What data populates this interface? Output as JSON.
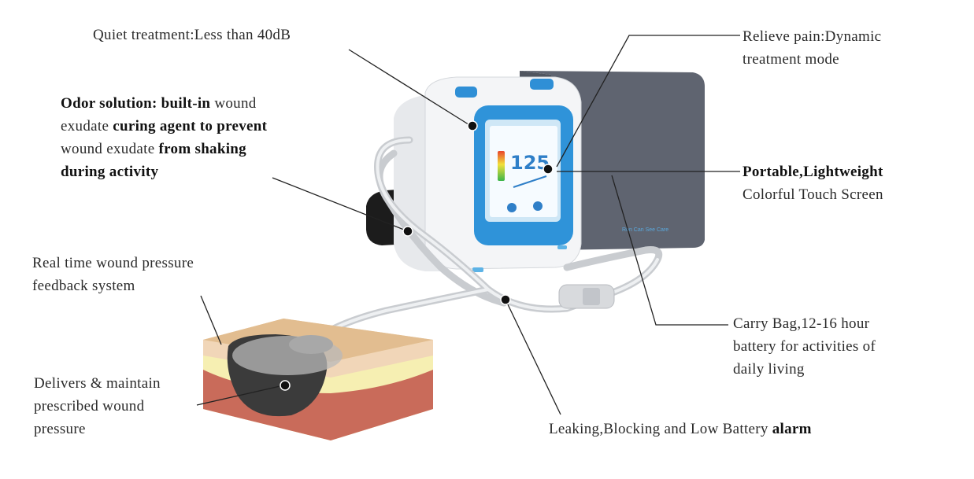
{
  "device": {
    "screen_value": "125",
    "bag_brand": "Ron Can See Care"
  },
  "callouts": {
    "quiet": {
      "text": "Quiet treatment:Less than 40dB"
    },
    "relieve": {
      "lines": [
        "Relieve pain:Dynamic",
        "treatment mode"
      ]
    },
    "odor": {
      "l1_bold": "Odor solution: built-in",
      "l1_reg": " wound",
      "l2_reg": "exudate ",
      "l2_bold": "curing agent to prevent",
      "l3_reg": "wound exudate ",
      "l3_bold": "from shaking",
      "l4_bold": "during activity"
    },
    "portable": {
      "line1": "Portable,Lightweight",
      "line2": "Colorful Touch Screen"
    },
    "realtime": {
      "lines": [
        "Real time wound pressure",
        "feedback system"
      ]
    },
    "carry": {
      "lines": [
        "Carry Bag,12-16 hour",
        "battery for activities of",
        "daily living"
      ]
    },
    "delivers": {
      "lines": [
        "Delivers & maintain",
        "prescribed wound",
        "pressure"
      ]
    },
    "alarm": {
      "reg": "Leaking,Blocking and Low Battery ",
      "bold": "alarm"
    }
  }
}
